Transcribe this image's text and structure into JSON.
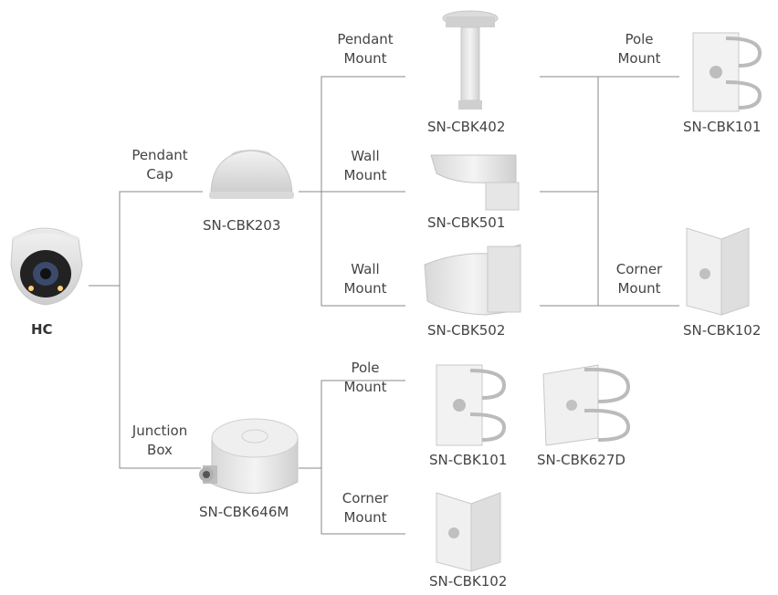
{
  "camera": {
    "label": "HC"
  },
  "branches": {
    "pendant_cap": {
      "line1": "Pendant",
      "line2": "Cap"
    },
    "junction_box": {
      "line1": "Junction",
      "line2": "Box"
    }
  },
  "tier1": {
    "pendant_mount": {
      "line1": "Pendant",
      "line2": "Mount"
    },
    "wall_mount_a": {
      "line1": "Wall",
      "line2": "Mount"
    },
    "wall_mount_b": {
      "line1": "Wall",
      "line2": "Mount"
    },
    "pole_mount": {
      "line1": "Pole",
      "line2": "Mount"
    },
    "corner_mount": {
      "line1": "Corner",
      "line2": "Mount"
    }
  },
  "tier2": {
    "pole_mount": {
      "line1": "Pole",
      "line2": "Mount"
    },
    "corner_mount": {
      "line1": "Corner",
      "line2": "Mount"
    }
  },
  "products": {
    "cbk203": "SN-CBK203",
    "cbk646m": "SN-CBK646M",
    "cbk402": "SN-CBK402",
    "cbk501": "SN-CBK501",
    "cbk502": "SN-CBK502",
    "cbk101_a": "SN-CBK101",
    "cbk627d": "SN-CBK627D",
    "cbk102_a": "SN-CBK102",
    "cbk101_b": "SN-CBK101",
    "cbk102_b": "SN-CBK102"
  }
}
